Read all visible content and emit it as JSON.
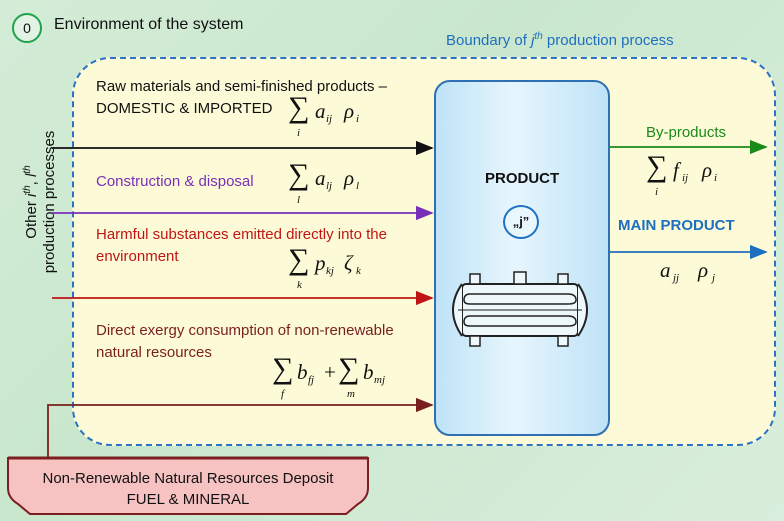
{
  "environment": {
    "badge": "0",
    "label": "Environment of the system"
  },
  "boundary": {
    "prefix": "Boundary of ",
    "sup": "th",
    "var": "j",
    "suffix": " production process"
  },
  "side_label": {
    "line1_text": "Other ",
    "line2": "production processes"
  },
  "inputs": {
    "raw_line1": "Raw materials and semi-finished products –",
    "raw_line2": "DOMESTIC & IMPORTED",
    "construction": "Construction & disposal",
    "harmful_line1": "Harmful substances emitted directly into the",
    "harmful_line2": "environment",
    "exergy_line1": "Direct exergy consumption of non-renewable",
    "exergy_line2": "natural resources"
  },
  "formulas": {
    "raw": {
      "a": "a",
      "a_sub": "ij",
      "rho": "ρ",
      "rho_sub": "i",
      "idx": "i"
    },
    "construction": {
      "a": "a",
      "a_sub": "lj",
      "rho": "ρ",
      "rho_sub": "l",
      "idx": "l"
    },
    "harmful": {
      "p": "p",
      "p_sub": "kj",
      "zeta": "ζ",
      "zeta_sub": "k",
      "idx": "k"
    },
    "exergy": {
      "b1": "b",
      "b1_sub": "fj",
      "idx1": "f",
      "plus": "+",
      "b2": "b",
      "b2_sub": "mj",
      "idx2": "m"
    },
    "byproducts": {
      "f": "f",
      "f_sub": "ij",
      "rho": "ρ",
      "rho_sub": "i",
      "idx": "i"
    },
    "main": {
      "a": "a",
      "a_sub": "jj",
      "rho": "ρ",
      "rho_sub": "j"
    }
  },
  "product": {
    "title": "PRODUCT",
    "badge": "„j”"
  },
  "outputs": {
    "byproducts": "By-products",
    "main": "MAIN PRODUCT"
  },
  "deposit": {
    "line1": "Non-Renewable Natural Resources Deposit",
    "line2": "FUEL & MINERAL"
  },
  "colors": {
    "boundary": "#2a73c6",
    "construction": "#7a2fb8",
    "harmful": "#c01515",
    "exergy": "#7a1f1f",
    "byproducts": "#1a8a1a",
    "main": "#1e6fbf",
    "env": "#1fa34a"
  }
}
